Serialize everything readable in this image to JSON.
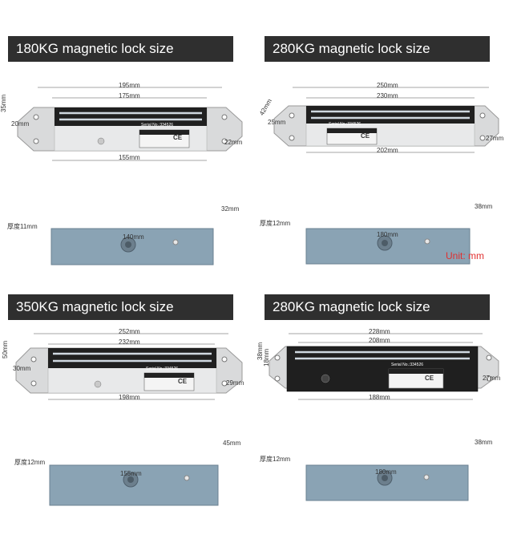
{
  "unit_note": "Unit: mm",
  "panels": [
    {
      "title": "180KG magnetic lock size",
      "total": "195mm",
      "inner": "175mm",
      "bottom": "155mm",
      "left_outer": "35mm",
      "left_inner": "20mm",
      "right_height": "22mm",
      "plate_height": "32mm",
      "plate_width": "140mm",
      "thickness": "厚度11mm",
      "style": "silver"
    },
    {
      "title": "280KG magnetic lock size",
      "total": "250mm",
      "inner": "230mm",
      "bottom": "202mm",
      "left_outer": "42mm",
      "left_inner": "25mm",
      "right_height": "27mm",
      "plate_height": "38mm",
      "plate_width": "180mm",
      "thickness": "厚度12mm",
      "style": "silver"
    },
    {
      "title": "350KG magnetic lock size",
      "total": "252mm",
      "inner": "232mm",
      "bottom": "198mm",
      "left_outer": "50mm",
      "left_inner": "30mm",
      "right_height": "29mm",
      "plate_height": "45mm",
      "plate_width": "155mm",
      "thickness": "厚度12mm",
      "style": "silver"
    },
    {
      "title": "280KG magnetic lock size",
      "total": "228mm",
      "inner": "208mm",
      "bottom": "188mm",
      "left_outer": "38mm",
      "left_inner": "18mm",
      "right_height": "27mm",
      "plate_height": "38mm",
      "plate_width": "180mm",
      "thickness": "厚度12mm",
      "style": "black"
    }
  ],
  "label_text": {
    "serial": "Serial No.:334526",
    "ce": "CE"
  },
  "colors": {
    "title_bg": "#2f2f2f",
    "unit": "#e03030",
    "lock_silver": "#d9dadb",
    "lock_black": "#1f1f1f",
    "plate_blue": "#8aa3b4"
  }
}
